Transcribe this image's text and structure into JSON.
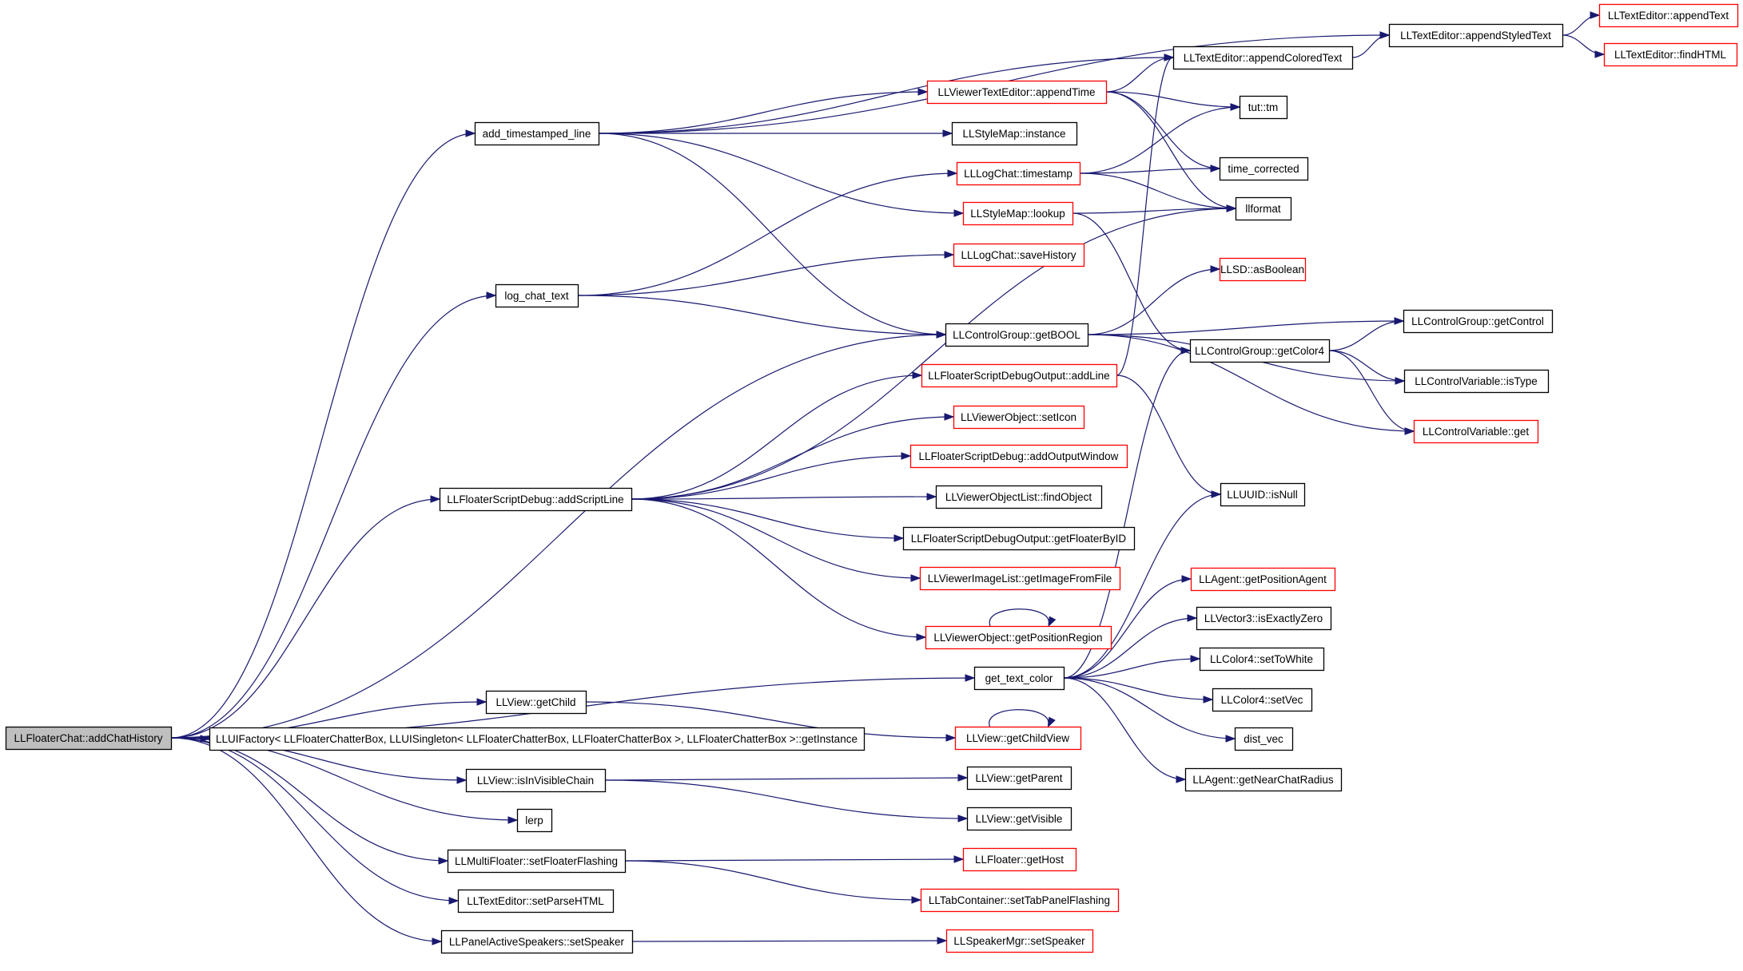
{
  "graph": {
    "root": "n0",
    "nodes": [
      {
        "id": "n0",
        "label": "LLFloaterChat::addChatHistory",
        "style": "root"
      },
      {
        "id": "n1",
        "label": "add_timestamped_line",
        "style": "black"
      },
      {
        "id": "n2",
        "label": "log_chat_text",
        "style": "black"
      },
      {
        "id": "n3",
        "label": "LLFloaterScriptDebug::addScriptLine",
        "style": "black"
      },
      {
        "id": "n4",
        "label": "LLView::getChild",
        "style": "black"
      },
      {
        "id": "n5",
        "label": "LLUIFactory< LLFloaterChatterBox, LLUISingleton< LLFloaterChatterBox, LLFloaterChatterBox >, LLFloaterChatterBox >::getInstance",
        "style": "black"
      },
      {
        "id": "n6",
        "label": "LLView::isInVisibleChain",
        "style": "black"
      },
      {
        "id": "n7",
        "label": "lerp",
        "style": "black"
      },
      {
        "id": "n8",
        "label": "LLMultiFloater::setFloaterFlashing",
        "style": "black"
      },
      {
        "id": "n9",
        "label": "LLTextEditor::setParseHTML",
        "style": "black"
      },
      {
        "id": "n10",
        "label": "LLPanelActiveSpeakers::setSpeaker",
        "style": "black"
      },
      {
        "id": "n11",
        "label": "LLViewerTextEditor::appendTime",
        "style": "red"
      },
      {
        "id": "n12",
        "label": "LLStyleMap::instance",
        "style": "black"
      },
      {
        "id": "n13",
        "label": "LLLogChat::timestamp",
        "style": "red"
      },
      {
        "id": "n14",
        "label": "LLStyleMap::lookup",
        "style": "red"
      },
      {
        "id": "n15",
        "label": "LLLogChat::saveHistory",
        "style": "red"
      },
      {
        "id": "n16",
        "label": "LLControlGroup::getBOOL",
        "style": "black"
      },
      {
        "id": "n17",
        "label": "LLFloaterScriptDebugOutput::addLine",
        "style": "red"
      },
      {
        "id": "n18",
        "label": "LLViewerObject::setIcon",
        "style": "red"
      },
      {
        "id": "n19",
        "label": "LLFloaterScriptDebug::addOutputWindow",
        "style": "red"
      },
      {
        "id": "n20",
        "label": "LLViewerObjectList::findObject",
        "style": "black"
      },
      {
        "id": "n21",
        "label": "LLFloaterScriptDebugOutput::getFloaterByID",
        "style": "black"
      },
      {
        "id": "n22",
        "label": "LLViewerImageList::getImageFromFile",
        "style": "red"
      },
      {
        "id": "n23",
        "label": "LLViewerObject::getPositionRegion",
        "style": "red"
      },
      {
        "id": "n24",
        "label": "get_text_color",
        "style": "black"
      },
      {
        "id": "n25",
        "label": "LLView::getChildView",
        "style": "red"
      },
      {
        "id": "n26",
        "label": "LLView::getParent",
        "style": "black"
      },
      {
        "id": "n27",
        "label": "LLView::getVisible",
        "style": "black"
      },
      {
        "id": "n28",
        "label": "LLFloater::getHost",
        "style": "red"
      },
      {
        "id": "n29",
        "label": "LLTabContainer::setTabPanelFlashing",
        "style": "red"
      },
      {
        "id": "n30",
        "label": "LLSpeakerMgr::setSpeaker",
        "style": "red"
      },
      {
        "id": "n31",
        "label": "LLTextEditor::appendColoredText",
        "style": "black"
      },
      {
        "id": "n32",
        "label": "tut::tm",
        "style": "black"
      },
      {
        "id": "n33",
        "label": "time_corrected",
        "style": "black"
      },
      {
        "id": "n34",
        "label": "llformat",
        "style": "black"
      },
      {
        "id": "n35",
        "label": "LLSD::asBoolean",
        "style": "red"
      },
      {
        "id": "n36",
        "label": "LLControlGroup::getColor4",
        "style": "black"
      },
      {
        "id": "n37",
        "label": "LLUUID::isNull",
        "style": "black"
      },
      {
        "id": "n38",
        "label": "LLAgent::getPositionAgent",
        "style": "red"
      },
      {
        "id": "n39",
        "label": "LLVector3::isExactlyZero",
        "style": "black"
      },
      {
        "id": "n40",
        "label": "LLColor4::setToWhite",
        "style": "black"
      },
      {
        "id": "n41",
        "label": "LLColor4::setVec",
        "style": "black"
      },
      {
        "id": "n42",
        "label": "dist_vec",
        "style": "black"
      },
      {
        "id": "n43",
        "label": "LLAgent::getNearChatRadius",
        "style": "black"
      },
      {
        "id": "n44",
        "label": "LLTextEditor::appendStyledText",
        "style": "black"
      },
      {
        "id": "n45",
        "label": "LLControlGroup::getControl",
        "style": "black"
      },
      {
        "id": "n46",
        "label": "LLControlVariable::isType",
        "style": "black"
      },
      {
        "id": "n47",
        "label": "LLControlVariable::get",
        "style": "red"
      },
      {
        "id": "n48",
        "label": "LLTextEditor::appendText",
        "style": "red"
      },
      {
        "id": "n49",
        "label": "LLTextEditor::findHTML",
        "style": "red"
      }
    ],
    "edges": [
      {
        "from": "n0",
        "to": "n1"
      },
      {
        "from": "n0",
        "to": "n2"
      },
      {
        "from": "n0",
        "to": "n16"
      },
      {
        "from": "n0",
        "to": "n3"
      },
      {
        "from": "n0",
        "to": "n24"
      },
      {
        "from": "n0",
        "to": "n4"
      },
      {
        "from": "n0",
        "to": "n5"
      },
      {
        "from": "n0",
        "to": "n6"
      },
      {
        "from": "n0",
        "to": "n7"
      },
      {
        "from": "n0",
        "to": "n8"
      },
      {
        "from": "n0",
        "to": "n9"
      },
      {
        "from": "n0",
        "to": "n10"
      },
      {
        "from": "n1",
        "to": "n44"
      },
      {
        "from": "n1",
        "to": "n31"
      },
      {
        "from": "n1",
        "to": "n11"
      },
      {
        "from": "n1",
        "to": "n12"
      },
      {
        "from": "n1",
        "to": "n14"
      },
      {
        "from": "n1",
        "to": "n16"
      },
      {
        "from": "n2",
        "to": "n13"
      },
      {
        "from": "n2",
        "to": "n15"
      },
      {
        "from": "n2",
        "to": "n16"
      },
      {
        "from": "n3",
        "to": "n34"
      },
      {
        "from": "n3",
        "to": "n17"
      },
      {
        "from": "n3",
        "to": "n18"
      },
      {
        "from": "n3",
        "to": "n19"
      },
      {
        "from": "n3",
        "to": "n20"
      },
      {
        "from": "n3",
        "to": "n21"
      },
      {
        "from": "n3",
        "to": "n22"
      },
      {
        "from": "n3",
        "to": "n23"
      },
      {
        "from": "n23",
        "to": "n23"
      },
      {
        "from": "n4",
        "to": "n25"
      },
      {
        "from": "n25",
        "to": "n25"
      },
      {
        "from": "n6",
        "to": "n26"
      },
      {
        "from": "n6",
        "to": "n27"
      },
      {
        "from": "n8",
        "to": "n28"
      },
      {
        "from": "n8",
        "to": "n29"
      },
      {
        "from": "n10",
        "to": "n30"
      },
      {
        "from": "n11",
        "to": "n31"
      },
      {
        "from": "n11",
        "to": "n32"
      },
      {
        "from": "n11",
        "to": "n33"
      },
      {
        "from": "n11",
        "to": "n34"
      },
      {
        "from": "n13",
        "to": "n32"
      },
      {
        "from": "n13",
        "to": "n33"
      },
      {
        "from": "n13",
        "to": "n34"
      },
      {
        "from": "n14",
        "to": "n34"
      },
      {
        "from": "n14",
        "to": "n36"
      },
      {
        "from": "n16",
        "to": "n35"
      },
      {
        "from": "n16",
        "to": "n45"
      },
      {
        "from": "n16",
        "to": "n46"
      },
      {
        "from": "n16",
        "to": "n47"
      },
      {
        "from": "n17",
        "to": "n31"
      },
      {
        "from": "n17",
        "to": "n37"
      },
      {
        "from": "n24",
        "to": "n36"
      },
      {
        "from": "n24",
        "to": "n37"
      },
      {
        "from": "n24",
        "to": "n38"
      },
      {
        "from": "n24",
        "to": "n39"
      },
      {
        "from": "n24",
        "to": "n40"
      },
      {
        "from": "n24",
        "to": "n41"
      },
      {
        "from": "n24",
        "to": "n42"
      },
      {
        "from": "n24",
        "to": "n43"
      },
      {
        "from": "n31",
        "to": "n44"
      },
      {
        "from": "n36",
        "to": "n45"
      },
      {
        "from": "n36",
        "to": "n46"
      },
      {
        "from": "n36",
        "to": "n47"
      },
      {
        "from": "n44",
        "to": "n48"
      },
      {
        "from": "n44",
        "to": "n49"
      }
    ]
  },
  "colors": {
    "edge": "#191970",
    "border_black": "#000000",
    "border_red": "#ff0000",
    "root_fill": "#bfbfbf",
    "node_fill": "#ffffff"
  }
}
